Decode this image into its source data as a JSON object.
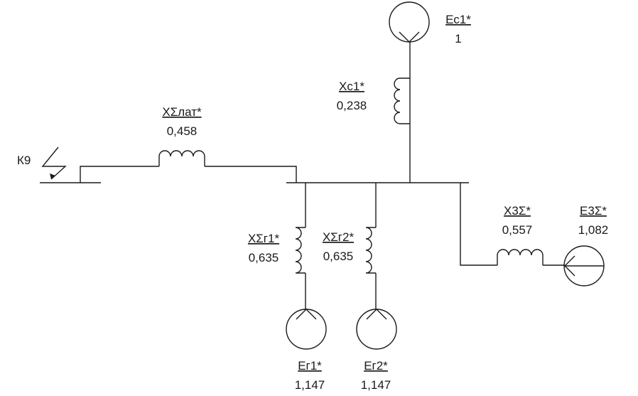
{
  "fault": {
    "name": "К9"
  },
  "elements": {
    "ec1": {
      "name": "Ес1*",
      "value": "1"
    },
    "xc1": {
      "name": "Хс1*",
      "value": "0,238"
    },
    "xlat": {
      "name": "ХΣлат*",
      "value": "0,458"
    },
    "xg1": {
      "name": "ХΣг1*",
      "value": "0,635"
    },
    "xg2": {
      "name": "ХΣг2*",
      "value": "0,635"
    },
    "x3": {
      "name": "Х3Σ*",
      "value": "0,557"
    },
    "e3": {
      "name": "Е3Σ*",
      "value": "1,082"
    },
    "eg1": {
      "name": "Ег1*",
      "value": "1,147"
    },
    "eg2": {
      "name": "Ег2*",
      "value": "1,147"
    }
  }
}
